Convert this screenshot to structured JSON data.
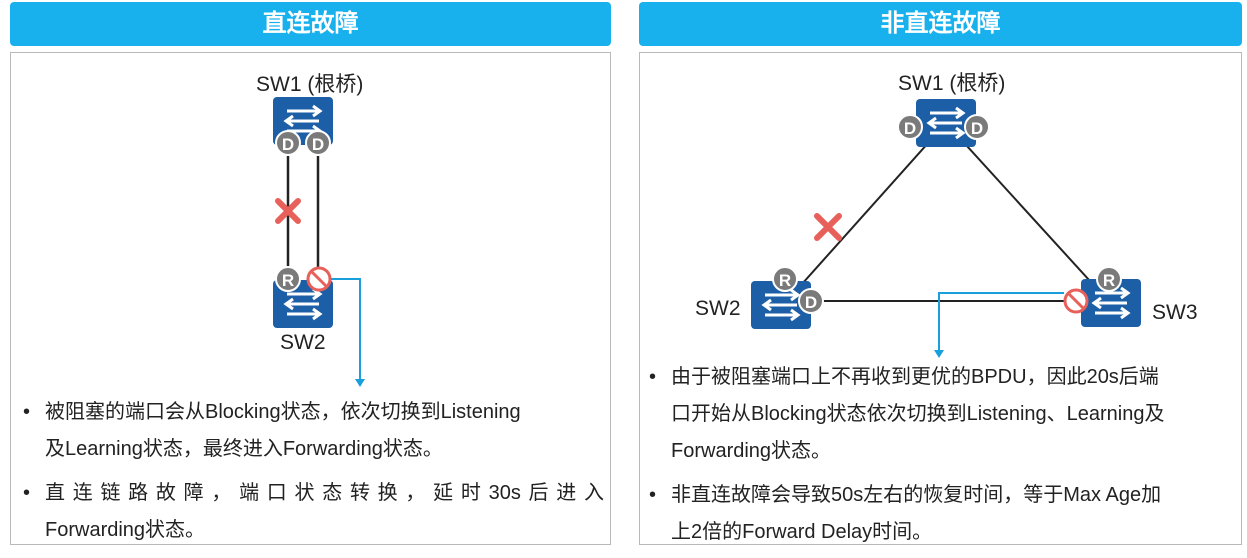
{
  "left": {
    "title": "直连故障",
    "sw1_label": "SW1 (根桥)",
    "sw2_label": "SW2",
    "port_d1": "D",
    "port_d2": "D",
    "port_r": "R",
    "bullets": [
      {
        "line1": "被阻塞的端口会从Blocking状态，依次切换到Listening",
        "line2": "及Learning状态，最终进入Forwarding状态。"
      },
      {
        "line1": "直连链路故障，端口状态转换，延时30s后进入",
        "line2": "Forwarding状态。"
      }
    ]
  },
  "right": {
    "title": "非直连故障",
    "sw1_label": "SW1 (根桥)",
    "sw2_label": "SW2",
    "sw3_label": "SW3",
    "port_sw1_left": "D",
    "port_sw1_right": "D",
    "port_sw2_r": "R",
    "port_sw2_d": "D",
    "port_sw3_r": "R",
    "bullets": [
      {
        "line1": "由于被阻塞端口上不再收到更优的BPDU，因此20s后端",
        "line2": "口开始从Blocking状态依次切换到Listening、Learning及",
        "line3": "Forwarding状态。"
      },
      {
        "line1": "非直连故障会导致50s左右的恢复时间，等于Max Age加",
        "line2": "上2倍的Forward Delay时间。"
      }
    ]
  },
  "colors": {
    "header": "#18b1ee",
    "switch": "#1d5fa6",
    "port": "#7a7a7a",
    "fault_x": "#e8605a",
    "arrow": "#19a0dc"
  },
  "icons": [
    "switch-icon",
    "fault-x-icon",
    "blocked-port-icon",
    "arrow-down-icon"
  ]
}
